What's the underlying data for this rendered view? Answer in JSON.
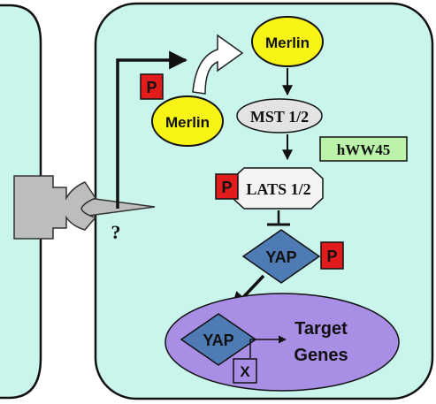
{
  "labels": {
    "merlin_top": "Merlin",
    "merlin_left": "Merlin",
    "phospho_merlin": "P",
    "mst": "MST 1/2",
    "hww45": "hWW45",
    "phospho_lats": "P",
    "lats": "LATS 1/2",
    "yap_phospho": "YAP",
    "phospho_yap": "P",
    "yap_nucleus": "YAP",
    "target_line1": "Target",
    "target_line2": "Genes",
    "block_x": "X",
    "unknown": "?"
  },
  "colors": {
    "cell": "#c9f5ec",
    "membrane": "#111111",
    "merlin": "#f7f416",
    "mst": "#e3e3e3",
    "hww45": "#b9f2a8",
    "phospho": "#e21c1c",
    "lats": "#f4f4f4",
    "yap": "#4f7bb5",
    "nucleus": "#a98ee6",
    "receptor": "#bdbdbd"
  }
}
